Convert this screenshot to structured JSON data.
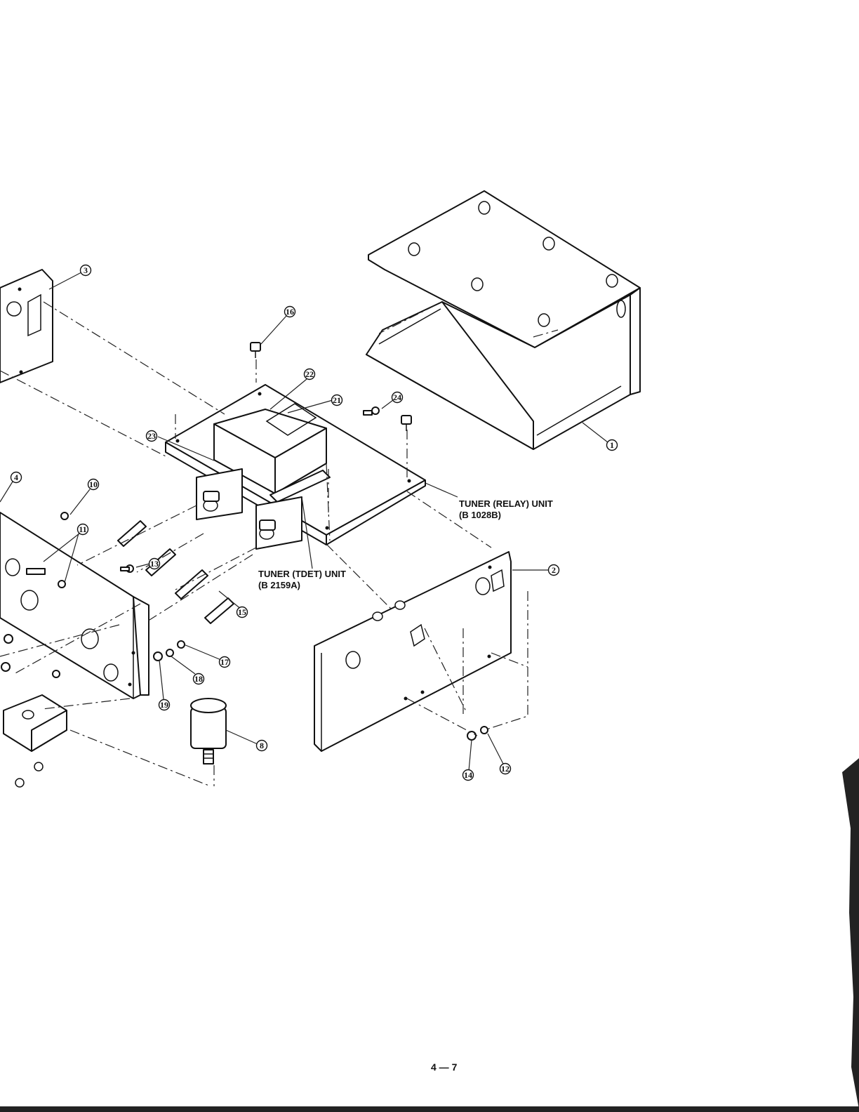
{
  "callouts": [
    "1",
    "2",
    "3",
    "4",
    "8",
    "10",
    "11",
    "12",
    "13",
    "14",
    "15",
    "16",
    "17",
    "18",
    "19",
    "21",
    "22",
    "23",
    "24"
  ],
  "labels": {
    "relay_unit": "TUNER (RELAY) UNIT",
    "relay_code": "(B 1028B)",
    "tdet_unit": "TUNER (TDET) UNIT",
    "tdet_code": "(B 2159A)"
  },
  "page_number": "4 — 7"
}
